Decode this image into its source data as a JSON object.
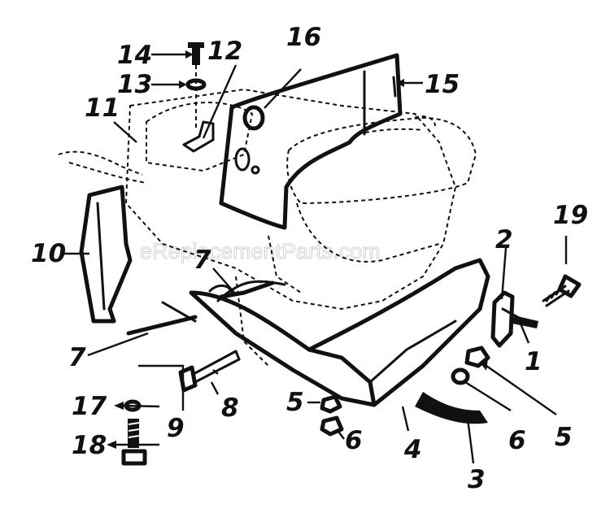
{
  "watermark": "eReplacementParts.com",
  "callouts": [
    {
      "id": "c1",
      "text": "1"
    },
    {
      "id": "c2",
      "text": "2"
    },
    {
      "id": "c3",
      "text": "3"
    },
    {
      "id": "c4",
      "text": "4"
    },
    {
      "id": "c5a",
      "text": "5"
    },
    {
      "id": "c5b",
      "text": "5"
    },
    {
      "id": "c6a",
      "text": "6"
    },
    {
      "id": "c6b",
      "text": "6"
    },
    {
      "id": "c7a",
      "text": "7"
    },
    {
      "id": "c7b",
      "text": "7"
    },
    {
      "id": "c8",
      "text": "8"
    },
    {
      "id": "c9",
      "text": "9"
    },
    {
      "id": "c10",
      "text": "10"
    },
    {
      "id": "c11",
      "text": "11"
    },
    {
      "id": "c12",
      "text": "12"
    },
    {
      "id": "c13",
      "text": "13"
    },
    {
      "id": "c14",
      "text": "14"
    },
    {
      "id": "c15",
      "text": "15"
    },
    {
      "id": "c16",
      "text": "16"
    },
    {
      "id": "c17",
      "text": "17"
    },
    {
      "id": "c18",
      "text": "18"
    },
    {
      "id": "c19",
      "text": "19"
    }
  ]
}
